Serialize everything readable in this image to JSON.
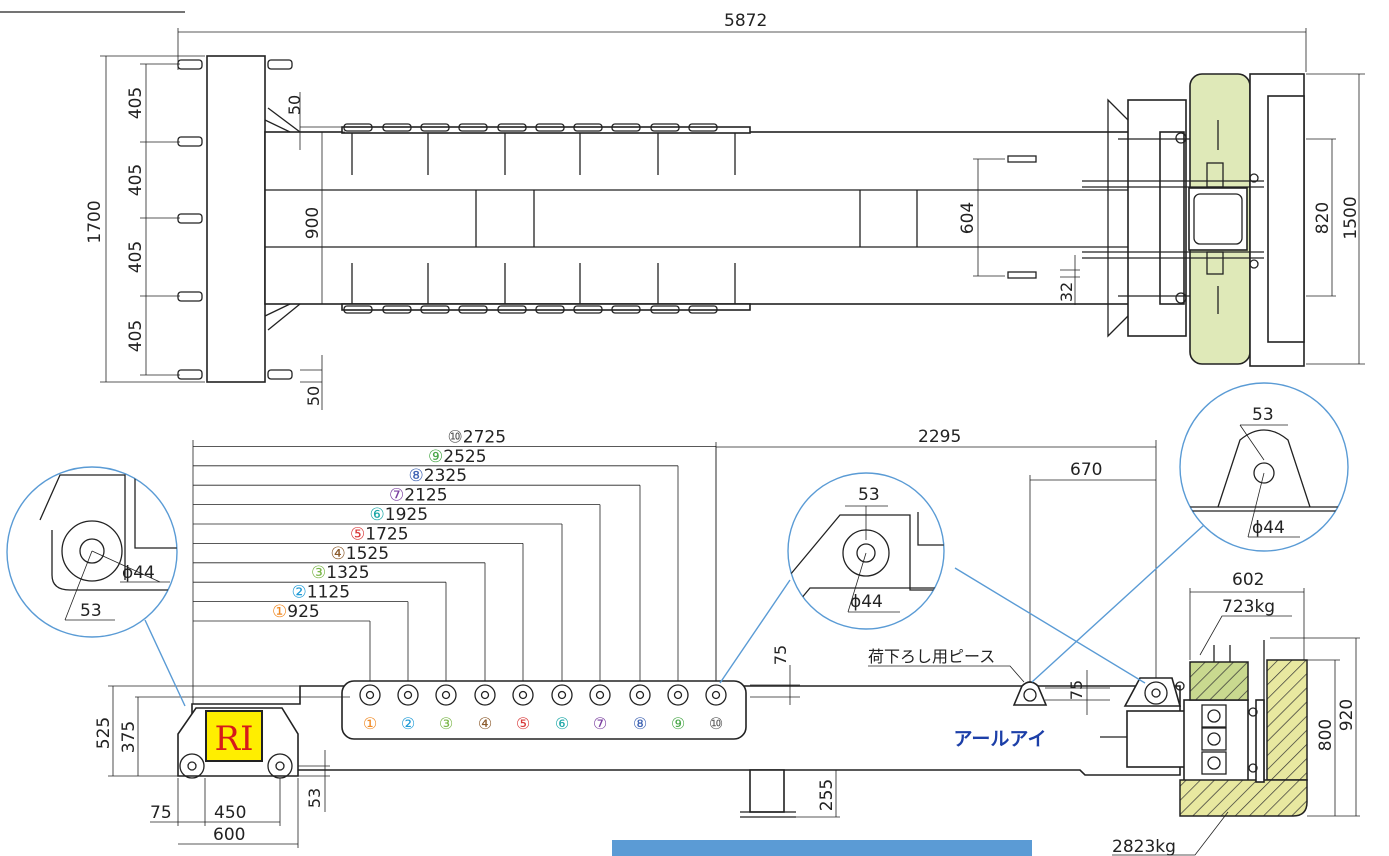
{
  "colors": {
    "line": "#222222",
    "callout": "#5a9bd5",
    "plate_fill": "#dfe9b8",
    "hatch_fill": "#e8e8a0",
    "logo_bg": "#ffee00",
    "logo_text": "#d61a1a",
    "brand_text": "#1c3fa8",
    "bar": "#5b9bd5",
    "pin_colors": [
      "#f08a24",
      "#1e9ad6",
      "#7ab648",
      "#8b5a2b",
      "#d93a3a",
      "#1aa7a7",
      "#7b3fa0",
      "#3f64b4",
      "#4aa84a",
      "#555555"
    ]
  },
  "top_view": {
    "overall_length": "5872",
    "overall_height": "1700",
    "left_pitches": [
      "405",
      "405",
      "405",
      "405"
    ],
    "flange_top": "50",
    "beam_depth": "900",
    "flange_bottom": "50",
    "inner_spacing": "604",
    "small_offset": "32",
    "right_inner": "820",
    "right_outer": "1500"
  },
  "side_view": {
    "pin_callouts": [
      {
        "mark": "①",
        "value": "925"
      },
      {
        "mark": "②",
        "value": "1125"
      },
      {
        "mark": "③",
        "value": "1325"
      },
      {
        "mark": "④",
        "value": "1525"
      },
      {
        "mark": "⑤",
        "value": "1725"
      },
      {
        "mark": "⑥",
        "value": "1925"
      },
      {
        "mark": "⑦",
        "value": "2125"
      },
      {
        "mark": "⑧",
        "value": "2325"
      },
      {
        "mark": "⑨",
        "value": "2525"
      },
      {
        "mark": "⑩",
        "value": "2725"
      }
    ],
    "pin_numbers": [
      "①",
      "②",
      "③",
      "④",
      "⑤",
      "⑥",
      "⑦",
      "⑧",
      "⑨",
      "⑩"
    ],
    "right_span": "2295",
    "lug_span": "670",
    "weight_span": "602",
    "pin_row_height": "75",
    "lug_height": "75",
    "height_525": "525",
    "height_375": "375",
    "height_800": "800",
    "height_920": "920",
    "bottom_75": "75",
    "bottom_450": "450",
    "bottom_600": "600",
    "bottom_53": "53",
    "leg_255": "255",
    "weight_upper": "723kg",
    "weight_lower": "2823kg",
    "lifting_piece_label": "荷下ろし用ピース",
    "brand": "アールアイ",
    "logo": "RI"
  },
  "details": {
    "left": {
      "pitch": "53",
      "diameter": "ϕ44"
    },
    "middle": {
      "pitch": "53",
      "diameter": "ϕ44"
    },
    "right": {
      "pitch": "53",
      "diameter": "ϕ44"
    }
  }
}
